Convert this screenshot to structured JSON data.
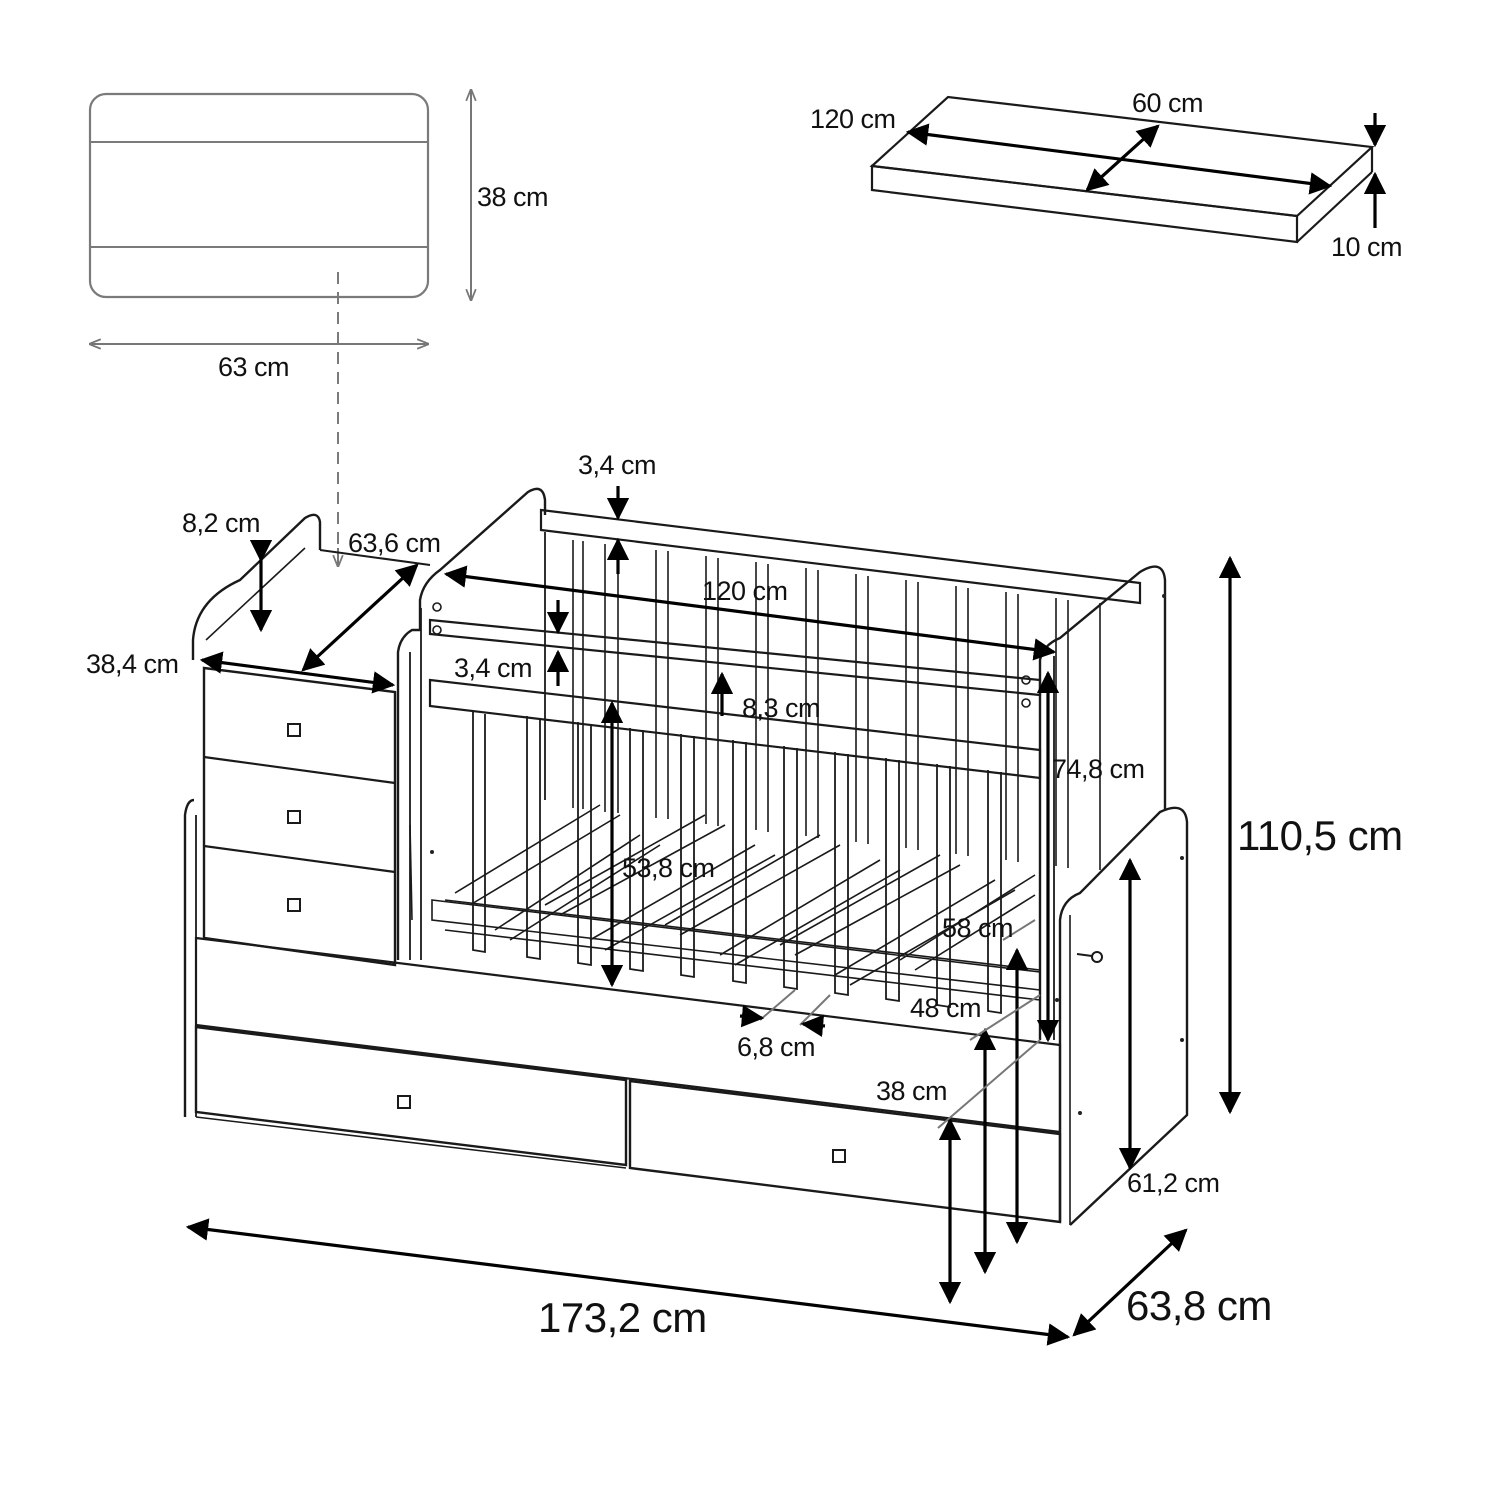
{
  "diagram": {
    "labels": {
      "drawer_unit_height": "38 cm",
      "drawer_unit_width": "63 cm",
      "mattress_length": "120 cm",
      "mattress_width": "60 cm",
      "mattress_thickness": "10 cm",
      "top_rail_thickness": "3,4 cm",
      "dresser_rim": "8,2 cm",
      "dresser_depth": "63,6 cm",
      "inner_length": "120 cm",
      "dresser_width": "38,4 cm",
      "front_rail_thickness": "3,4 cm",
      "rail_gap": "8,3 cm",
      "inner_side_height": "74,8 cm",
      "total_height": "110,5 cm",
      "slat_height": "53,8 cm",
      "level_58": "58 cm",
      "level_48": "48 cm",
      "level_38": "38 cm",
      "slat_spacing": "6,8 cm",
      "end_panel_height": "61,2 cm",
      "total_length": "173,2 cm",
      "total_depth": "63,8 cm"
    },
    "colors": {
      "outline": "#1a1a1a",
      "dimension_arrow": "#000000",
      "secondary_line": "#7a7a7a",
      "background": "#ffffff"
    }
  }
}
